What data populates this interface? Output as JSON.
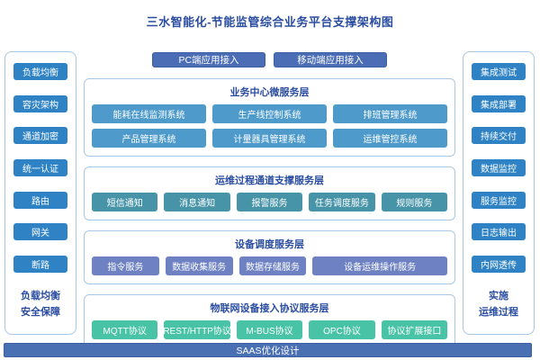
{
  "title": "三水智能化-节能监管综合业务平台支撑架构图",
  "top_access": {
    "items": [
      "PC端应用接入",
      "移动端应用接入"
    ]
  },
  "left_panel": {
    "items": [
      "负载均衡",
      "容灾架构",
      "通道加密",
      "统一认证",
      "路由",
      "网关",
      "断路"
    ],
    "label": [
      "负载均衡",
      "安全保障"
    ]
  },
  "right_panel": {
    "items": [
      "集成测试",
      "集成部署",
      "持续交付",
      "数据监控",
      "服务监控",
      "日志输出",
      "内网透传"
    ],
    "label": [
      "实施",
      "运维过程"
    ]
  },
  "sections": [
    {
      "title": "业务中心微服务层",
      "rows": [
        [
          "能耗在线监测系统",
          "生产线控制系统",
          "排班管理系统"
        ],
        [
          "产品管理系统",
          "计量器具管理系统",
          "运维管控系统"
        ]
      ]
    },
    {
      "title": "运维过程通道支撑服务层",
      "items": [
        "短信通知",
        "消息通知",
        "报警服务",
        "任务调度服务",
        "规则服务"
      ]
    },
    {
      "title": "设备调度服务层",
      "items": [
        "指令服务",
        "数据收集服务",
        "数据存储服务",
        "设备运维操作服务"
      ]
    },
    {
      "title": "物联网设备接入协议服务层",
      "items": [
        "MQTT协议",
        "REST/HTTP协议",
        "M-BUS协议",
        "OPC协议",
        "协议扩展接口"
      ]
    }
  ],
  "bottom_bar": {
    "label": "SAAS优化设计"
  },
  "colors": {
    "title_text": "#2a4da0",
    "access_button": "#4a6db6",
    "sidebar_button": "#2f83c5",
    "business_button": "#4d9acb",
    "channel_button": "#4794a8",
    "device_button": "#6e82c3",
    "protocol_button": "#49c3a6",
    "bottom_bar": "#4a70b4",
    "panel_border": "#a9c7e8"
  }
}
